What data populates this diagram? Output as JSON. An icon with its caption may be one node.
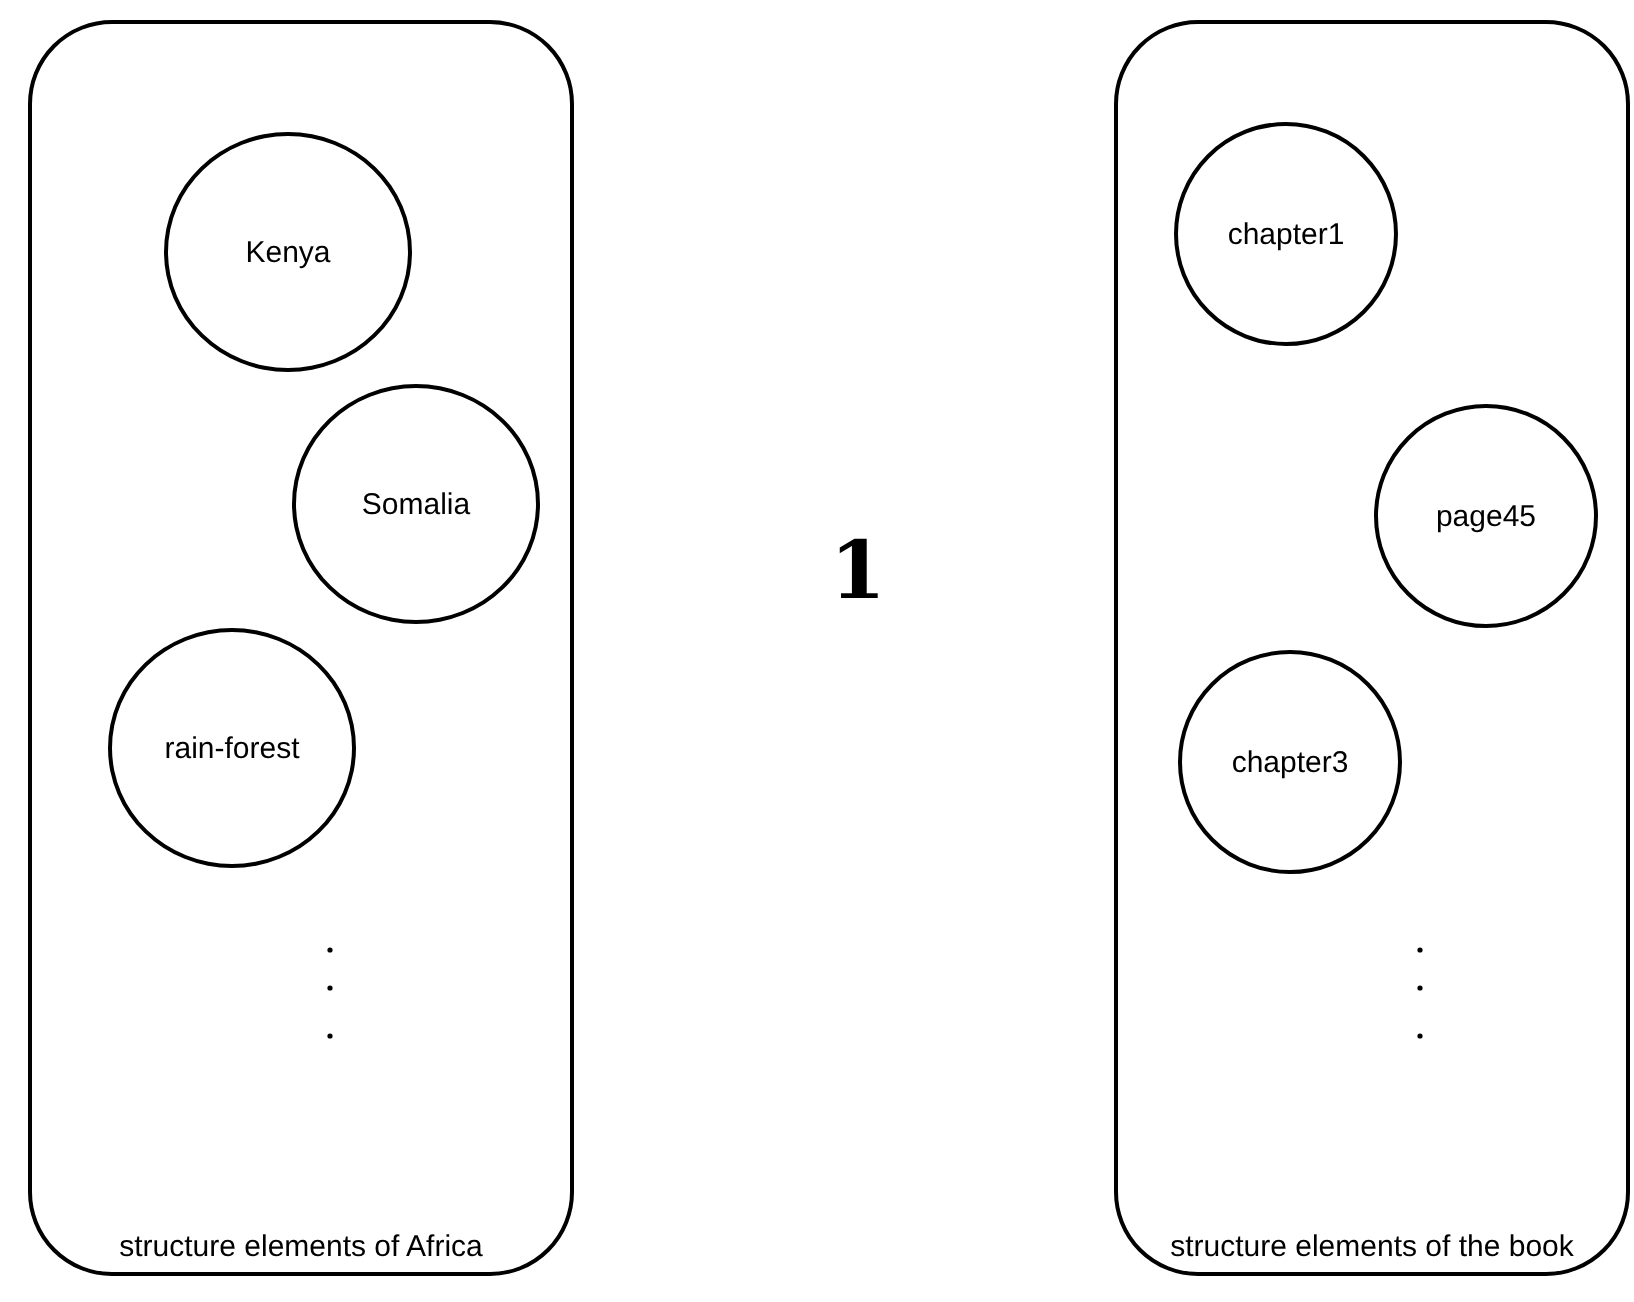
{
  "diagram": {
    "nodes": [
      {
        "text": [
          "structure elements of Africa"
        ]
      },
      {
        "text": [
          "Kenya"
        ],
        "in": 0
      },
      {
        "text": [
          "Somalia"
        ],
        "in": 0
      },
      {
        "text": [
          "rain-forest"
        ],
        "in": 0
      },
      {
        "text": [
          "structure elements of the book"
        ]
      },
      {
        "text": [
          "chapter1"
        ],
        "in": 4
      },
      {
        "text": [
          "page45"
        ],
        "in": 4
      },
      {
        "text": [
          "chapter3"
        ],
        "in": 4
      }
    ],
    "edges": [],
    "labels": [
      "1"
    ]
  }
}
